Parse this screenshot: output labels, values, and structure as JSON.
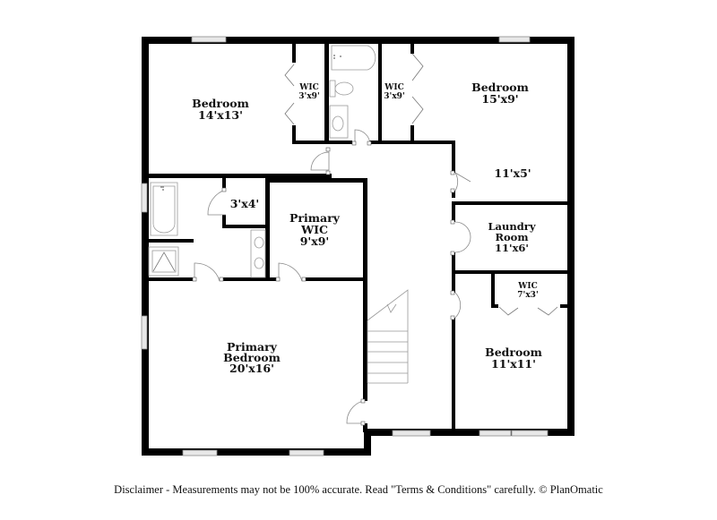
{
  "floorplan": {
    "rooms": [
      {
        "id": "bedroom-nw",
        "name": "Bedroom",
        "size": "14'x13'"
      },
      {
        "id": "wic-nw",
        "name": "WIC",
        "size": "3'x9'"
      },
      {
        "id": "wic-ne",
        "name": "WIC",
        "size": "3'x9'"
      },
      {
        "id": "bedroom-ne",
        "name": "Bedroom",
        "size": "15'x9'"
      },
      {
        "id": "bedroom-ne-alcove",
        "name": "",
        "size": "11'x5'"
      },
      {
        "id": "closet-3x4",
        "name": "",
        "size": "3'x4'"
      },
      {
        "id": "primary-wic",
        "name": "Primary WIC",
        "line1": "Primary",
        "line2": "WIC",
        "size": "9'x9'"
      },
      {
        "id": "laundry",
        "name": "Laundry Room",
        "line1": "Laundry",
        "line2": "Room",
        "size": "11'x6'"
      },
      {
        "id": "wic-se",
        "name": "WIC",
        "size": "7'x3'"
      },
      {
        "id": "primary-bedroom",
        "name": "Primary Bedroom",
        "line1": "Primary",
        "line2": "Bedroom",
        "size": "20'x16'"
      },
      {
        "id": "bedroom-se",
        "name": "Bedroom",
        "size": "11'x11'"
      }
    ],
    "features": [
      "bathtub",
      "toilet",
      "sink",
      "double-vanity",
      "shower",
      "stairs",
      "windows",
      "doors",
      "bifold-doors"
    ]
  },
  "footer": {
    "disclaimer": "Disclaimer - Measurements may not be 100% accurate. Read \"Terms & Conditions\" carefully. © PlanOmatic"
  },
  "colors": {
    "wall": "#000000",
    "background": "#ffffff",
    "fixture_stroke": "#9a9a9a"
  }
}
